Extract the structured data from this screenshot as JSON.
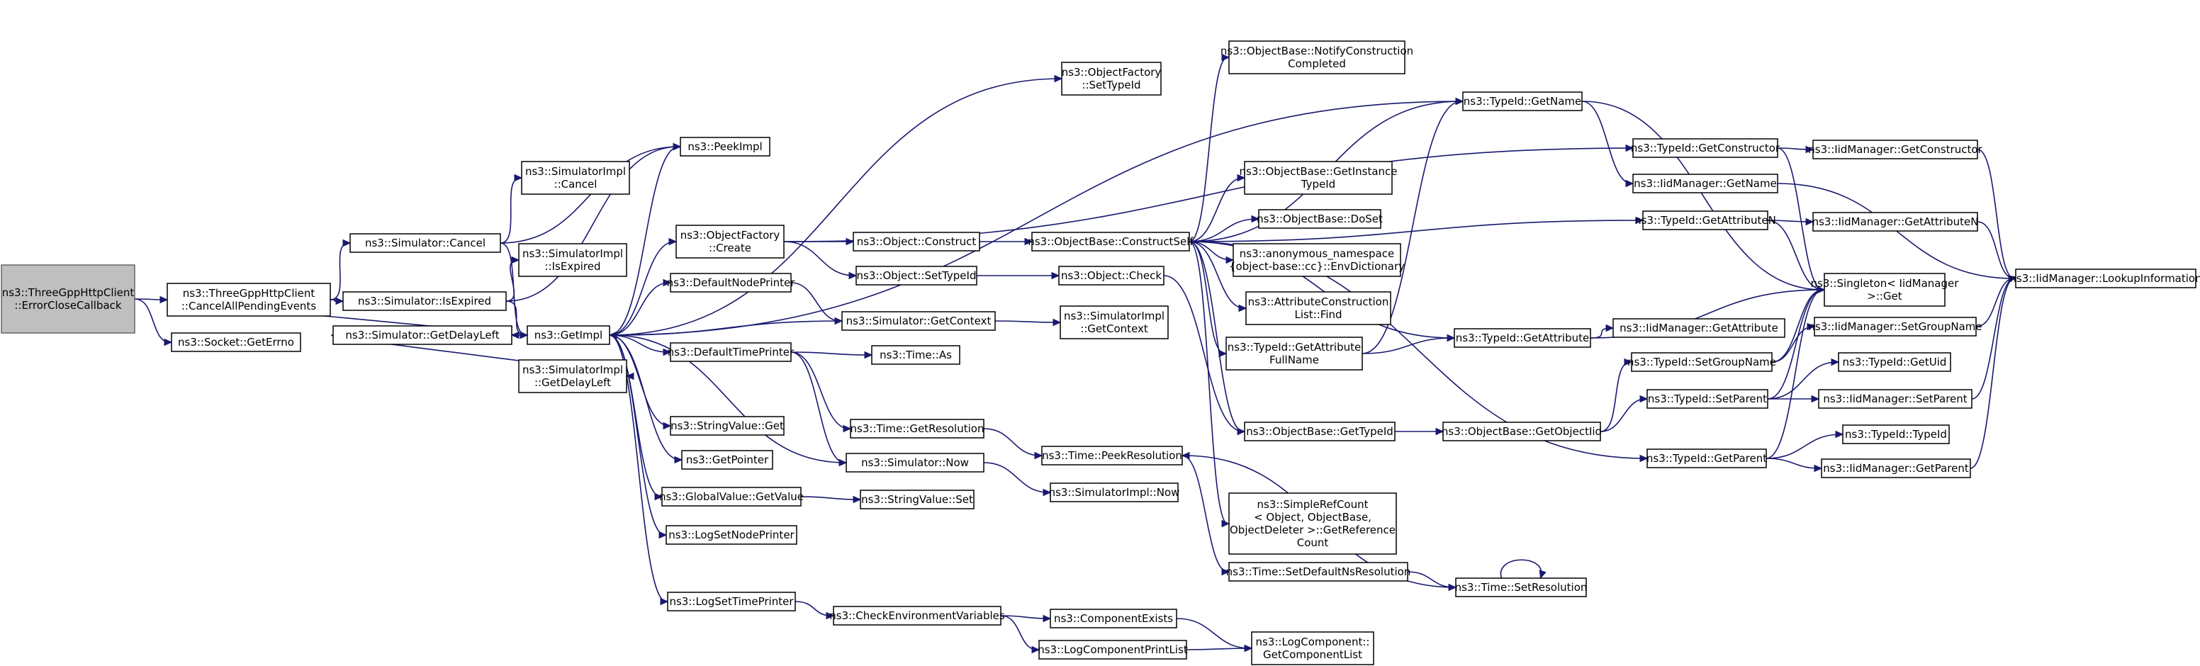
{
  "diagram": {
    "nodes": [
      {
        "id": "root",
        "lines": [
          "ns3::ThreeGppHttpClient",
          "::ErrorCloseCallback"
        ]
      },
      {
        "id": "cancelAll",
        "lines": [
          "ns3::ThreeGppHttpClient",
          "::CancelAllPendingEvents"
        ]
      },
      {
        "id": "getErrno",
        "lines": [
          "ns3::Socket::GetErrno"
        ]
      },
      {
        "id": "simCancel",
        "lines": [
          "ns3::Simulator::Cancel"
        ]
      },
      {
        "id": "simIsExpired",
        "lines": [
          "ns3::Simulator::IsExpired"
        ]
      },
      {
        "id": "simGetDelayLeft",
        "lines": [
          "ns3::Simulator::GetDelayLeft"
        ]
      },
      {
        "id": "implCancel",
        "lines": [
          "ns3::SimulatorImpl",
          "::Cancel"
        ]
      },
      {
        "id": "implIsExpired",
        "lines": [
          "ns3::SimulatorImpl",
          "::IsExpired"
        ]
      },
      {
        "id": "getImpl",
        "lines": [
          "ns3::GetImpl"
        ]
      },
      {
        "id": "implGetDelayLeft",
        "lines": [
          "ns3::SimulatorImpl",
          "::GetDelayLeft"
        ]
      },
      {
        "id": "peekImpl",
        "lines": [
          "ns3::PeekImpl"
        ]
      },
      {
        "id": "ofCreate",
        "lines": [
          "ns3::ObjectFactory",
          "::Create"
        ]
      },
      {
        "id": "defNodePrinter",
        "lines": [
          "ns3::DefaultNodePrinter"
        ]
      },
      {
        "id": "defTimePrinter",
        "lines": [
          "ns3::DefaultTimePrinter"
        ]
      },
      {
        "id": "stringValueGet",
        "lines": [
          "ns3::StringValue::Get"
        ]
      },
      {
        "id": "getPointer",
        "lines": [
          "ns3::GetPointer"
        ]
      },
      {
        "id": "globalValueGet",
        "lines": [
          "ns3::GlobalValue::GetValue"
        ]
      },
      {
        "id": "logSetNodePrinter",
        "lines": [
          "ns3::LogSetNodePrinter"
        ]
      },
      {
        "id": "logSetTimePrinter",
        "lines": [
          "ns3::LogSetTimePrinter"
        ]
      },
      {
        "id": "ofSetTypeId",
        "lines": [
          "ns3::ObjectFactory",
          "::SetTypeId"
        ]
      },
      {
        "id": "objConstruct",
        "lines": [
          "ns3::Object::Construct"
        ]
      },
      {
        "id": "objSetTypeId",
        "lines": [
          "ns3::Object::SetTypeId"
        ]
      },
      {
        "id": "simGetContext",
        "lines": [
          "ns3::Simulator::GetContext"
        ]
      },
      {
        "id": "timeAs",
        "lines": [
          "ns3::Time::As"
        ]
      },
      {
        "id": "timeGetRes",
        "lines": [
          "ns3::Time::GetResolution"
        ]
      },
      {
        "id": "simNow",
        "lines": [
          "ns3::Simulator::Now"
        ]
      },
      {
        "id": "stringValueSet",
        "lines": [
          "ns3::StringValue::Set"
        ]
      },
      {
        "id": "checkEnvVars",
        "lines": [
          "ns3::CheckEnvironmentVariables"
        ]
      },
      {
        "id": "obConstructSelf",
        "lines": [
          "ns3::ObjectBase::ConstructSelf"
        ]
      },
      {
        "id": "objCheck",
        "lines": [
          "ns3::Object::Check"
        ]
      },
      {
        "id": "implGetContext",
        "lines": [
          "ns3::SimulatorImpl",
          "::GetContext"
        ]
      },
      {
        "id": "timePeekRes",
        "lines": [
          "ns3::Time::PeekResolution"
        ]
      },
      {
        "id": "implNow",
        "lines": [
          "ns3::SimulatorImpl::Now"
        ]
      },
      {
        "id": "compExists",
        "lines": [
          "ns3::ComponentExists"
        ]
      },
      {
        "id": "logCompPrintList",
        "lines": [
          "ns3::LogComponentPrintList"
        ]
      },
      {
        "id": "obNotifyCC",
        "lines": [
          "ns3::ObjectBase::NotifyConstruction",
          "Completed"
        ]
      },
      {
        "id": "obGetInstanceTypeId",
        "lines": [
          "ns3::ObjectBase::GetInstance",
          "TypeId"
        ]
      },
      {
        "id": "obDoSet",
        "lines": [
          "ns3::ObjectBase::DoSet"
        ]
      },
      {
        "id": "envDictionary",
        "lines": [
          "ns3::anonymous_namespace",
          "{object-base::cc}::EnvDictionary"
        ]
      },
      {
        "id": "attrConstrFind",
        "lines": [
          "ns3::AttributeConstruction",
          "List::Find"
        ]
      },
      {
        "id": "tidGetAttrFullName",
        "lines": [
          "ns3::TypeId::GetAttribute",
          "FullName"
        ]
      },
      {
        "id": "obGetTypeId",
        "lines": [
          "ns3::ObjectBase::GetTypeId"
        ]
      },
      {
        "id": "srcGetRefCount",
        "lines": [
          "ns3::SimpleRefCount",
          "< Object, ObjectBase,",
          "ObjectDeleter >::GetReference",
          "Count"
        ]
      },
      {
        "id": "timeSetDefNsRes",
        "lines": [
          "ns3::Time::SetDefaultNsResolution"
        ]
      },
      {
        "id": "logCompGetList",
        "lines": [
          "ns3::LogComponent::",
          "GetComponentList"
        ]
      },
      {
        "id": "tidGetName",
        "lines": [
          "ns3::TypeId::GetName"
        ]
      },
      {
        "id": "tidGetAttribute",
        "lines": [
          "ns3::TypeId::GetAttribute"
        ]
      },
      {
        "id": "obGetObjectIid",
        "lines": [
          "ns3::ObjectBase::GetObjectIid"
        ]
      },
      {
        "id": "timeSetRes",
        "lines": [
          "ns3::Time::SetResolution"
        ]
      },
      {
        "id": "tidGetConstructor",
        "lines": [
          "ns3::TypeId::GetConstructor"
        ]
      },
      {
        "id": "iidGetName",
        "lines": [
          "ns3::IidManager::GetName"
        ]
      },
      {
        "id": "tidGetAttributeN",
        "lines": [
          "ns3::TypeId::GetAttributeN"
        ]
      },
      {
        "id": "singletonGet",
        "lines": [
          "ns3::Singleton< IidManager",
          ">::Get"
        ]
      },
      {
        "id": "iidGetAttribute",
        "lines": [
          "ns3::IidManager::GetAttribute"
        ]
      },
      {
        "id": "tidSetGroupName",
        "lines": [
          "ns3::TypeId::SetGroupName"
        ]
      },
      {
        "id": "tidSetParent",
        "lines": [
          "ns3::TypeId::SetParent"
        ]
      },
      {
        "id": "tidGetParent",
        "lines": [
          "ns3::TypeId::GetParent"
        ]
      },
      {
        "id": "iidGetConstructor",
        "lines": [
          "ns3::IidManager::GetConstructor"
        ]
      },
      {
        "id": "iidGetAttributeN",
        "lines": [
          "ns3::IidManager::GetAttributeN"
        ]
      },
      {
        "id": "iidSetGroupName",
        "lines": [
          "ns3::IidManager::SetGroupName"
        ]
      },
      {
        "id": "tidGetUid",
        "lines": [
          "ns3::TypeId::GetUid"
        ]
      },
      {
        "id": "iidSetParent",
        "lines": [
          "ns3::IidManager::SetParent"
        ]
      },
      {
        "id": "tidTypeId",
        "lines": [
          "ns3::TypeId::TypeId"
        ]
      },
      {
        "id": "iidGetParent",
        "lines": [
          "ns3::IidManager::GetParent"
        ]
      },
      {
        "id": "iidLookupInfo",
        "lines": [
          "ns3::IidManager::LookupInformation"
        ]
      }
    ],
    "edges": [
      [
        "root",
        "cancelAll"
      ],
      [
        "root",
        "getErrno"
      ],
      [
        "cancelAll",
        "simCancel"
      ],
      [
        "cancelAll",
        "simIsExpired"
      ],
      [
        "cancelAll",
        "simGetDelayLeft"
      ],
      [
        "simCancel",
        "implCancel"
      ],
      [
        "simCancel",
        "getImpl"
      ],
      [
        "simCancel",
        "peekImpl"
      ],
      [
        "simIsExpired",
        "implIsExpired"
      ],
      [
        "simIsExpired",
        "getImpl"
      ],
      [
        "simIsExpired",
        "peekImpl"
      ],
      [
        "simGetDelayLeft",
        "getImpl"
      ],
      [
        "simGetDelayLeft",
        "implGetDelayLeft"
      ],
      [
        "getImpl",
        "peekImpl"
      ],
      [
        "getImpl",
        "ofCreate"
      ],
      [
        "getImpl",
        "defNodePrinter"
      ],
      [
        "getImpl",
        "defTimePrinter"
      ],
      [
        "getImpl",
        "stringValueGet"
      ],
      [
        "getImpl",
        "getPointer"
      ],
      [
        "getImpl",
        "globalValueGet"
      ],
      [
        "getImpl",
        "logSetNodePrinter"
      ],
      [
        "getImpl",
        "logSetTimePrinter"
      ],
      [
        "getImpl",
        "ofSetTypeId"
      ],
      [
        "getImpl",
        "tidGetName"
      ],
      [
        "ofCreate",
        "objConstruct"
      ],
      [
        "ofCreate",
        "objSetTypeId"
      ],
      [
        "ofCreate",
        "tidGetConstructor"
      ],
      [
        "defNodePrinter",
        "simGetContext"
      ],
      [
        "simGetContext",
        "getImpl"
      ],
      [
        "simGetContext",
        "implGetContext"
      ],
      [
        "defTimePrinter",
        "timeAs"
      ],
      [
        "defTimePrinter",
        "timeGetRes"
      ],
      [
        "defTimePrinter",
        "simNow"
      ],
      [
        "simNow",
        "getImpl"
      ],
      [
        "simNow",
        "implNow"
      ],
      [
        "globalValueGet",
        "stringValueSet"
      ],
      [
        "logSetTimePrinter",
        "checkEnvVars"
      ],
      [
        "checkEnvVars",
        "compExists"
      ],
      [
        "checkEnvVars",
        "logCompPrintList"
      ],
      [
        "compExists",
        "logCompGetList"
      ],
      [
        "logCompPrintList",
        "logCompGetList"
      ],
      [
        "timeGetRes",
        "timePeekRes"
      ],
      [
        "timePeekRes",
        "timeSetDefNsRes"
      ],
      [
        "timeSetDefNsRes",
        "timeSetRes"
      ],
      [
        "timeSetRes",
        "timeSetRes"
      ],
      [
        "timeSetRes",
        "timePeekRes"
      ],
      [
        "objConstruct",
        "obConstructSelf"
      ],
      [
        "objSetTypeId",
        "objCheck"
      ],
      [
        "objCheck",
        "obGetTypeId"
      ],
      [
        "obConstructSelf",
        "obNotifyCC"
      ],
      [
        "obConstructSelf",
        "tidGetName"
      ],
      [
        "obConstructSelf",
        "obGetInstanceTypeId"
      ],
      [
        "obConstructSelf",
        "obDoSet"
      ],
      [
        "obConstructSelf",
        "envDictionary"
      ],
      [
        "obConstructSelf",
        "attrConstrFind"
      ],
      [
        "obConstructSelf",
        "tidGetAttrFullName"
      ],
      [
        "obConstructSelf",
        "obGetTypeId"
      ],
      [
        "obConstructSelf",
        "srcGetRefCount"
      ],
      [
        "obConstructSelf",
        "tidGetAttributeN"
      ],
      [
        "obConstructSelf",
        "tidGetAttribute"
      ],
      [
        "obConstructSelf",
        "tidGetParent"
      ],
      [
        "tidGetAttrFullName",
        "tidGetName"
      ],
      [
        "tidGetAttrFullName",
        "tidGetAttribute"
      ],
      [
        "obGetTypeId",
        "obGetObjectIid"
      ],
      [
        "obGetObjectIid",
        "tidSetGroupName"
      ],
      [
        "obGetObjectIid",
        "tidSetParent"
      ],
      [
        "tidGetName",
        "iidGetName"
      ],
      [
        "tidGetName",
        "singletonGet"
      ],
      [
        "tidGetConstructor",
        "iidGetConstructor"
      ],
      [
        "tidGetConstructor",
        "singletonGet"
      ],
      [
        "tidGetAttributeN",
        "iidGetAttributeN"
      ],
      [
        "tidGetAttributeN",
        "singletonGet"
      ],
      [
        "tidGetAttribute",
        "iidGetAttribute"
      ],
      [
        "tidGetAttribute",
        "singletonGet"
      ],
      [
        "tidSetGroupName",
        "iidSetGroupName"
      ],
      [
        "tidSetGroupName",
        "singletonGet"
      ],
      [
        "tidSetParent",
        "tidGetUid"
      ],
      [
        "tidSetParent",
        "iidSetParent"
      ],
      [
        "tidSetParent",
        "singletonGet"
      ],
      [
        "tidGetParent",
        "tidTypeId"
      ],
      [
        "tidGetParent",
        "iidGetParent"
      ],
      [
        "tidGetParent",
        "singletonGet"
      ],
      [
        "iidGetConstructor",
        "iidLookupInfo"
      ],
      [
        "iidGetName",
        "iidLookupInfo"
      ],
      [
        "iidGetAttributeN",
        "iidLookupInfo"
      ],
      [
        "iidSetGroupName",
        "iidLookupInfo"
      ],
      [
        "iidSetParent",
        "iidLookupInfo"
      ],
      [
        "iidGetParent",
        "iidLookupInfo"
      ]
    ]
  }
}
